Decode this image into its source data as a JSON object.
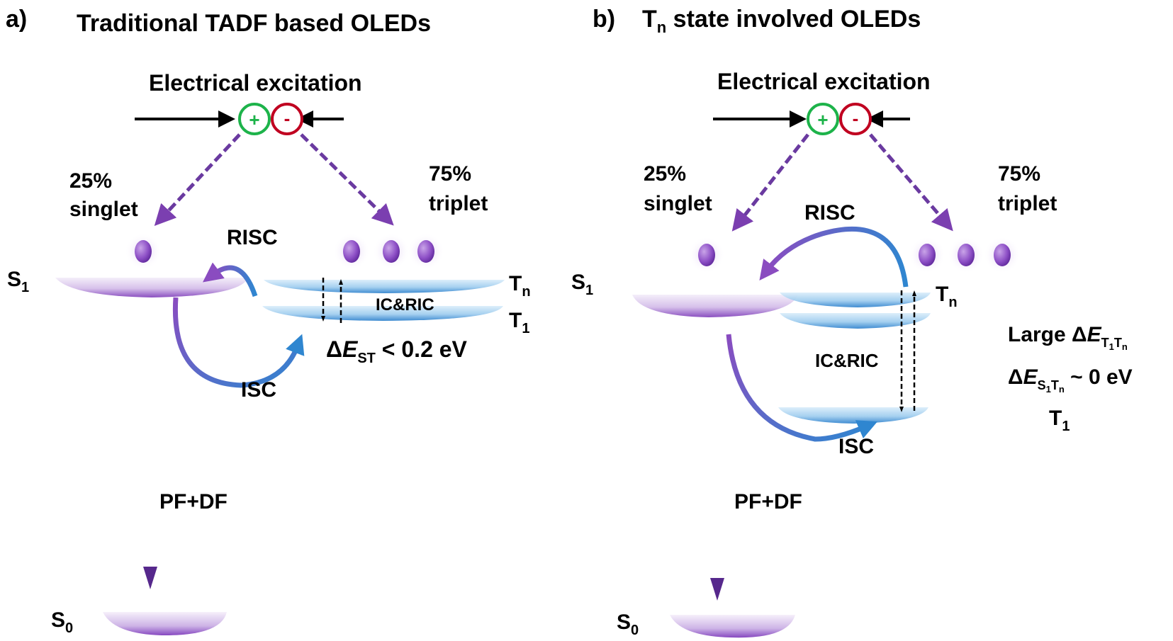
{
  "panels": [
    {
      "id": "a",
      "label": "a)",
      "title": "Traditional TADF based OLEDs",
      "excitation_label": "Electrical excitation",
      "hole_symbol": "+",
      "electron_symbol": "-",
      "singlet_percent": "25%",
      "singlet_word": "singlet",
      "triplet_percent": "75%",
      "triplet_word": "triplet",
      "s1": {
        "main": "S",
        "sub": "1"
      },
      "s0": {
        "main": "S",
        "sub": "0"
      },
      "tn": {
        "main": "T",
        "sub": "n"
      },
      "t1": {
        "main": "T",
        "sub": "1"
      },
      "risc": "RISC",
      "isc": "ISC",
      "ic_ric": "IC&RIC",
      "emission": "PF+DF",
      "gap": {
        "delta": "Δ",
        "E": "E",
        "sub": "ST",
        "rest": " < 0.2 eV"
      }
    },
    {
      "id": "b",
      "label": "b)",
      "title_main": "T",
      "title_sub": "n",
      "title_rest": " state involved OLEDs",
      "excitation_label": "Electrical excitation",
      "hole_symbol": "+",
      "electron_symbol": "-",
      "singlet_percent": "25%",
      "singlet_word": "singlet",
      "triplet_percent": "75%",
      "triplet_word": "triplet",
      "s1": {
        "main": "S",
        "sub": "1"
      },
      "s0": {
        "main": "S",
        "sub": "0"
      },
      "tn": {
        "main": "T",
        "sub": "n"
      },
      "t1": {
        "main": "T",
        "sub": "1"
      },
      "risc": "RISC",
      "isc": "ISC",
      "ic_ric": "IC&RIC",
      "emission": "PF+DF",
      "large_gap": {
        "prefix": "Large ",
        "delta": "Δ",
        "E": "E",
        "sub1": "T",
        "sub1n": "1",
        "sub2": "T",
        "sub2n": "n"
      },
      "small_gap": {
        "delta": "Δ",
        "E": "E",
        "sub1": "S",
        "sub1n": "1",
        "sub2": "T",
        "sub2n": "n",
        "rest": " ~ 0 eV"
      }
    }
  ],
  "colors": {
    "hole": "#1db34a",
    "electron": "#c00020",
    "singlet_purple": "#7b3fb0",
    "triplet_blue": "#3a8fd6",
    "emission_top": "#c010c0",
    "emission_bottom": "#5a2a90"
  }
}
